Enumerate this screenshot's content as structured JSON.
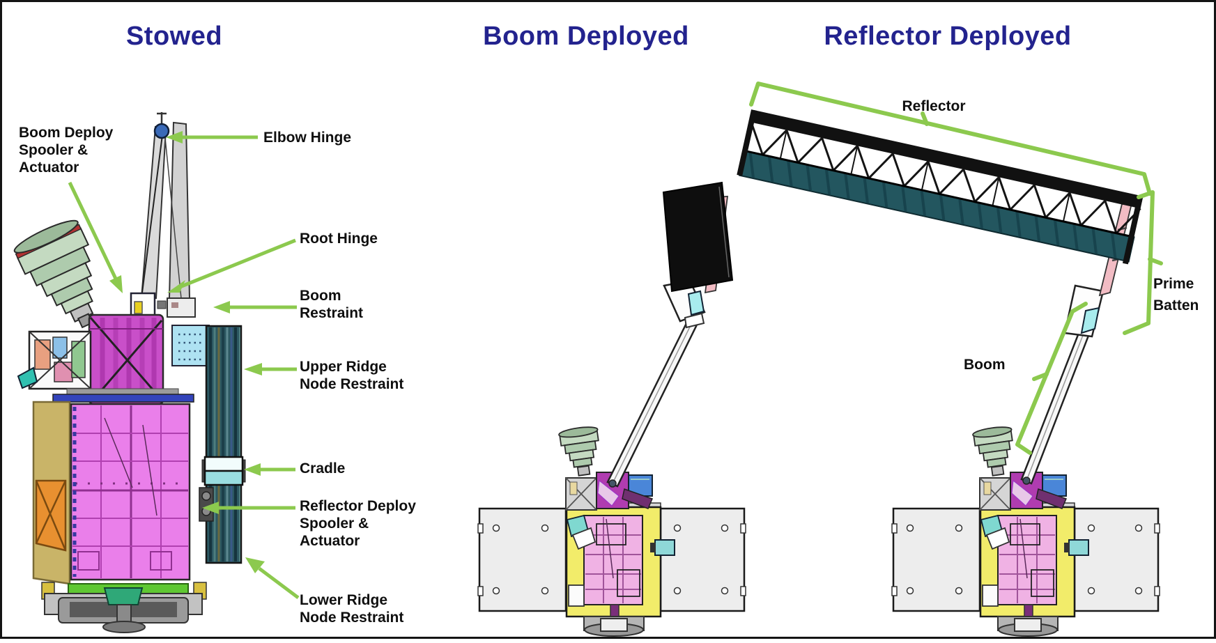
{
  "figure": {
    "description": "Spacecraft antenna deployment sequence diagram",
    "panels": [
      {
        "id": "stowed",
        "title": "Stowed"
      },
      {
        "id": "boom-deployed",
        "title": "Boom Deployed"
      },
      {
        "id": "reflector-deployed",
        "title": "Reflector Deployed"
      }
    ]
  },
  "stowed_labels": {
    "boom_deploy_spooler": "Boom Deploy\nSpooler &\nActuator",
    "elbow_hinge": "Elbow Hinge",
    "root_hinge": "Root Hinge",
    "boom_restraint": "Boom\nRestraint",
    "upper_ridge": "Upper Ridge\nNode Restraint",
    "cradle": "Cradle",
    "reflector_deploy_spooler": "Reflector Deploy\nSpooler &\nActuator",
    "lower_ridge": "Lower Ridge\nNode Restraint"
  },
  "reflector_labels": {
    "reflector": "Reflector",
    "prime_batten": "Prime\nBatten",
    "boom": "Boom"
  },
  "colors": {
    "title_navy": "#23238E",
    "annotation_green": "#8CC94E",
    "label_text": "#0f0f0f",
    "solar_panel_magenta": "#EA7FEA",
    "body_yellow": "#F2EC6A",
    "mesh_teal": "#23565F"
  }
}
